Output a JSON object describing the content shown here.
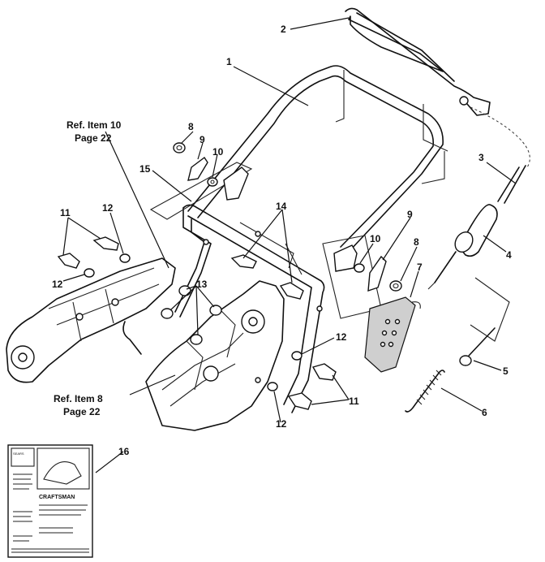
{
  "callouts": [
    {
      "id": "c1",
      "label": "1"
    },
    {
      "id": "c2",
      "label": "2"
    },
    {
      "id": "c3",
      "label": "3"
    },
    {
      "id": "c4",
      "label": "4"
    },
    {
      "id": "c5",
      "label": "5"
    },
    {
      "id": "c6",
      "label": "6"
    },
    {
      "id": "c7",
      "label": "7"
    },
    {
      "id": "c8a",
      "label": "8"
    },
    {
      "id": "c8b",
      "label": "8"
    },
    {
      "id": "c9a",
      "label": "9"
    },
    {
      "id": "c9b",
      "label": "9"
    },
    {
      "id": "c10a",
      "label": "10"
    },
    {
      "id": "c10b",
      "label": "10"
    },
    {
      "id": "c11a",
      "label": "11"
    },
    {
      "id": "c11b",
      "label": "11"
    },
    {
      "id": "c12a",
      "label": "12"
    },
    {
      "id": "c12b",
      "label": "12"
    },
    {
      "id": "c12c",
      "label": "12"
    },
    {
      "id": "c12d",
      "label": "12"
    },
    {
      "id": "c13",
      "label": "13"
    },
    {
      "id": "c14",
      "label": "14"
    },
    {
      "id": "c15",
      "label": "15"
    },
    {
      "id": "c16",
      "label": "16"
    }
  ],
  "references": {
    "ref_top_line1": "Ref. Item 10",
    "ref_top_line2": "Page 22",
    "ref_bottom_line1": "Ref. Item 8",
    "ref_bottom_line2": "Page 22"
  },
  "manual": {
    "brand": "SEARS",
    "title": "CRAFTSMAN"
  }
}
